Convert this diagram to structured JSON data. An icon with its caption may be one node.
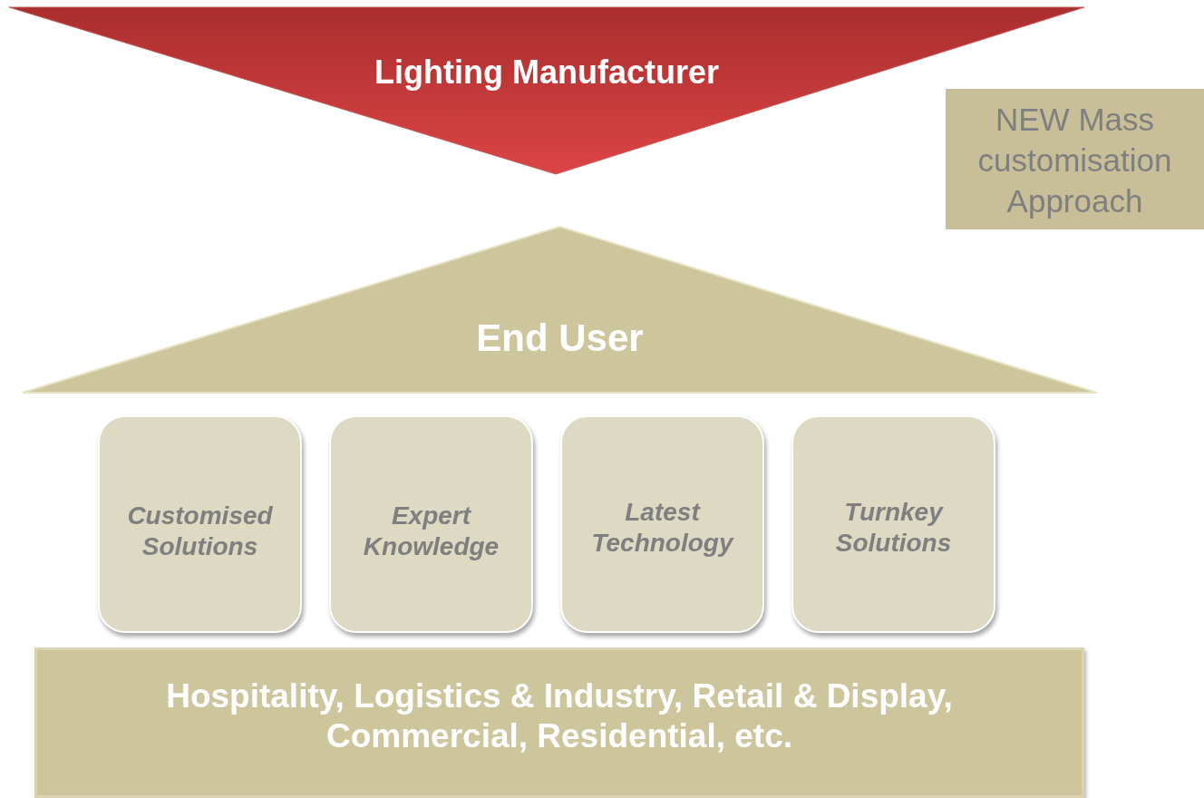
{
  "diagram": {
    "nodes": [
      {
        "text": [
          "Lighting Manufacturer"
        ]
      },
      {
        "text": [
          "NEW Mass customisation Approach"
        ]
      },
      {
        "text": [
          "End User"
        ]
      },
      {
        "text": [
          "Customised Solutions"
        ]
      },
      {
        "text": [
          "Expert Knowledge"
        ]
      },
      {
        "text": [
          "Latest Technology"
        ]
      },
      {
        "text": [
          "Turnkey Solutions"
        ]
      },
      {
        "text": [
          "Hospitality, Logistics & Industry, Retail & Display, Commercial, Residential, etc."
        ]
      }
    ]
  }
}
